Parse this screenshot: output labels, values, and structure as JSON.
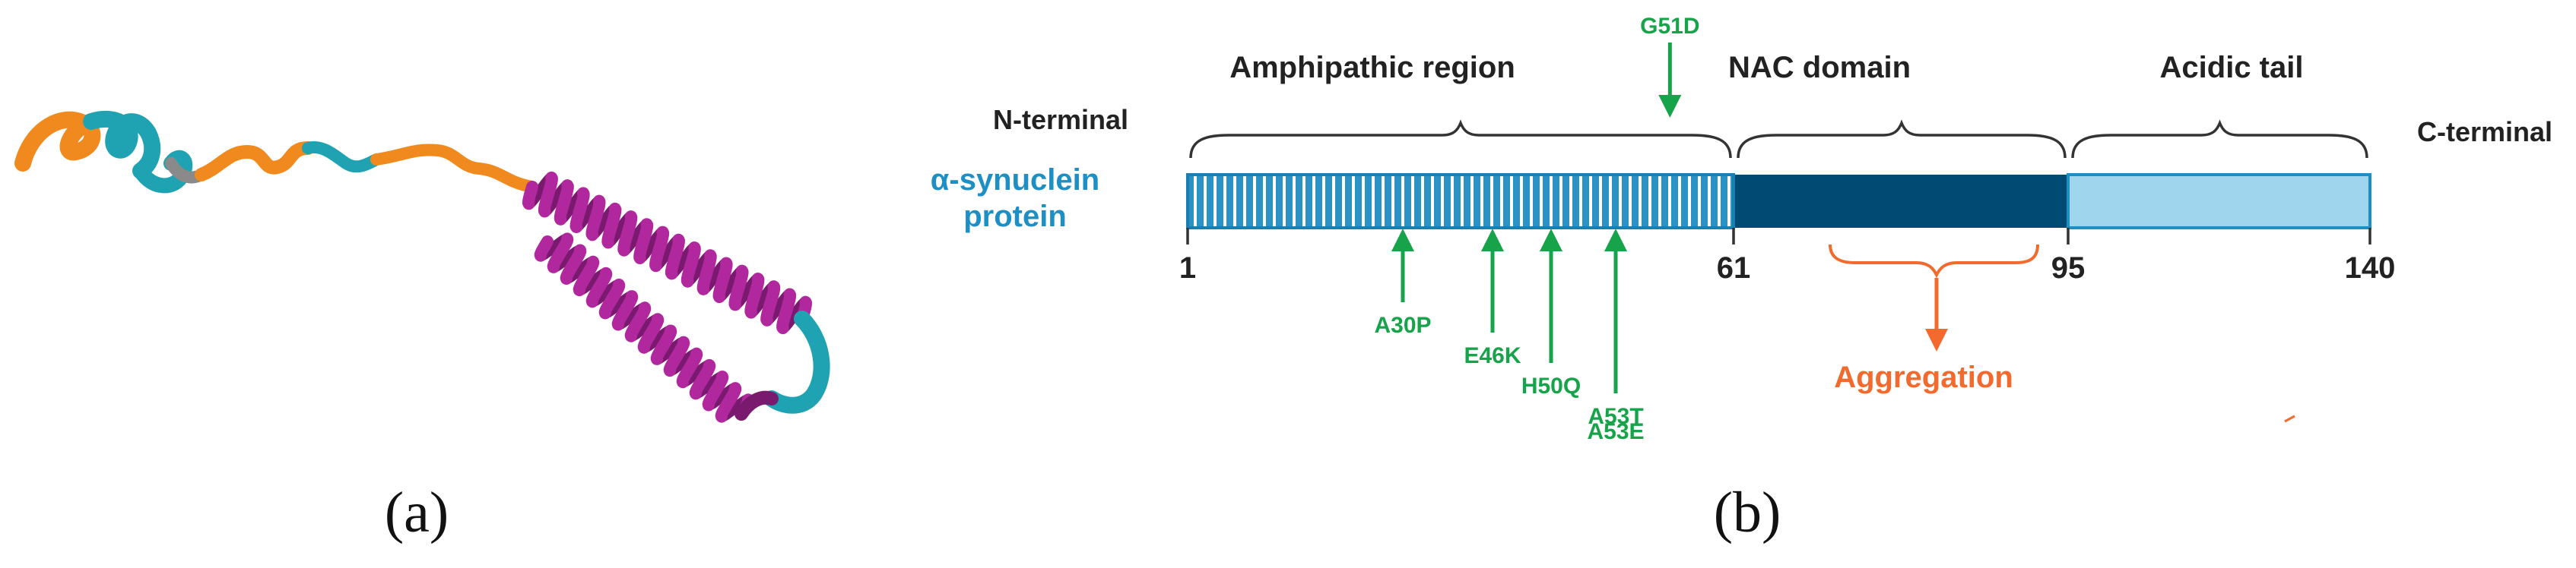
{
  "panels": {
    "a": {
      "label": "(a)"
    },
    "b": {
      "label": "(b)"
    }
  },
  "structure": {
    "colors": {
      "helix": "#b0279e",
      "helix_dark": "#7a1a6e",
      "coil": "#f08a1e",
      "turn": "#1fa3b3",
      "bend": "#8a8a8a"
    }
  },
  "domains": {
    "amphipathic": {
      "label": "Amphipathic region",
      "start": 1,
      "end": 61,
      "color": "#2a92c4",
      "stripe": "#ffffff"
    },
    "nac": {
      "label": "NAC domain",
      "start": 61,
      "end": 95,
      "color": "#004a73"
    },
    "acidic": {
      "label": "Acidic tail",
      "start": 95,
      "end": 140,
      "color": "#9fd6ee",
      "border": "#1f8fc2"
    }
  },
  "termini": {
    "n": "N-terminal",
    "c": "C-terminal"
  },
  "protein_label": {
    "line1": "α-synuclein",
    "line2": "protein",
    "color": "#1e8fc4"
  },
  "positions": [
    "1",
    "61",
    "95",
    "140"
  ],
  "mutations": {
    "color": "#17a34a",
    "above": [
      {
        "name": "G51D",
        "residue": 51
      }
    ],
    "below": [
      {
        "name": "A30P",
        "residue": 30
      },
      {
        "name": "E46K",
        "residue": 46
      },
      {
        "name": "H50Q",
        "residue": 50
      },
      {
        "name": "A53T",
        "residue": 53
      }
    ],
    "extra_line": "A53E"
  },
  "aggregation": {
    "label": "Aggregation",
    "color": "#f26a2e"
  }
}
